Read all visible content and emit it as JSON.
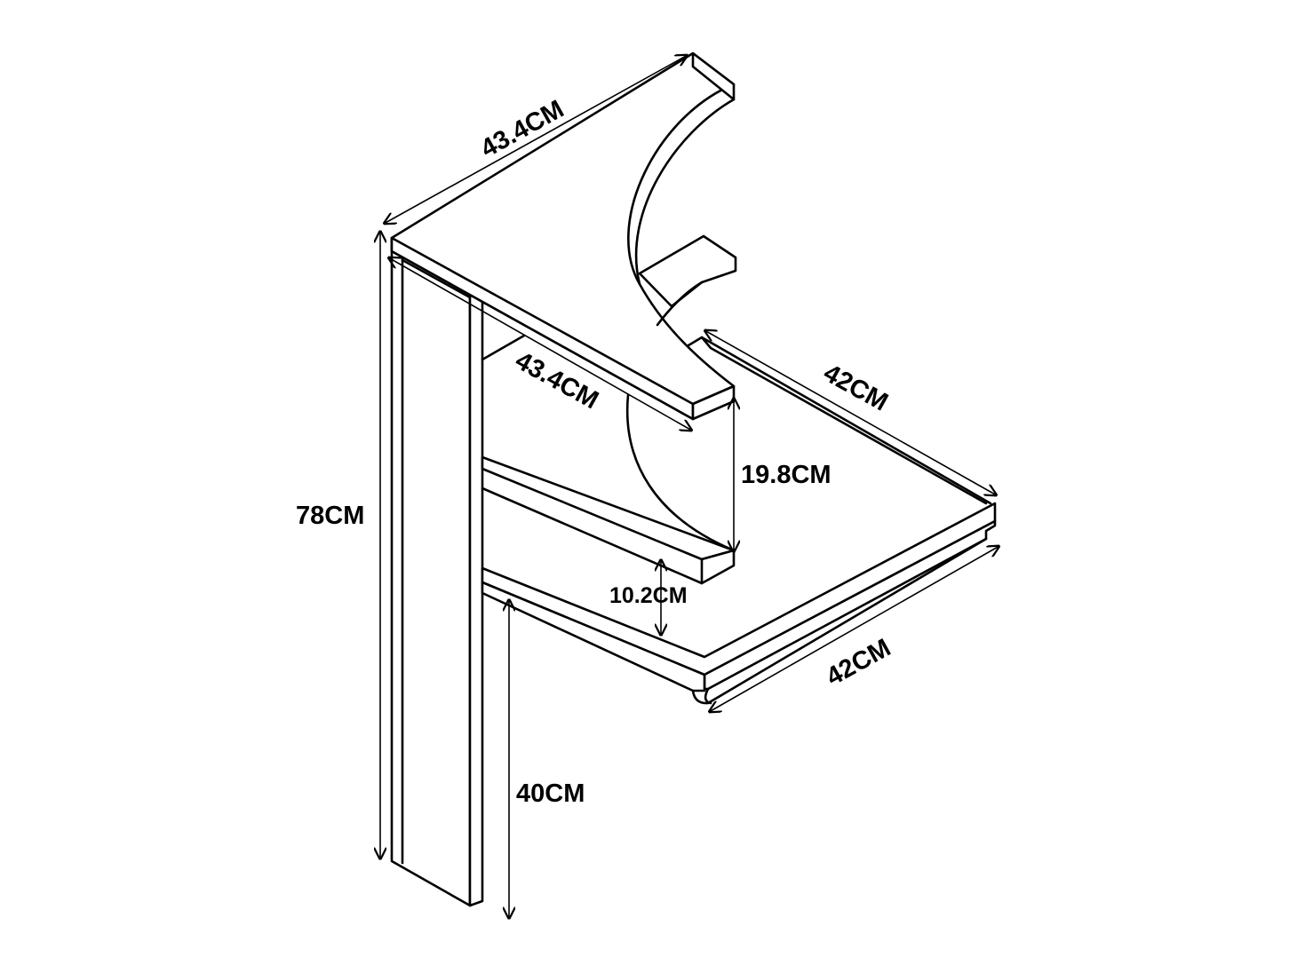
{
  "dimensions": {
    "top_width": "43.4CM",
    "inner_width": "43.4CM",
    "side_depth": "42CM",
    "bottom_depth": "42CM",
    "shelf_gap": "19.8CM",
    "bottom_gap": "10.2CM",
    "total_height": "78CM",
    "leg_height": "40CM"
  },
  "colors": {
    "line": "#000000",
    "background": "#ffffff"
  }
}
